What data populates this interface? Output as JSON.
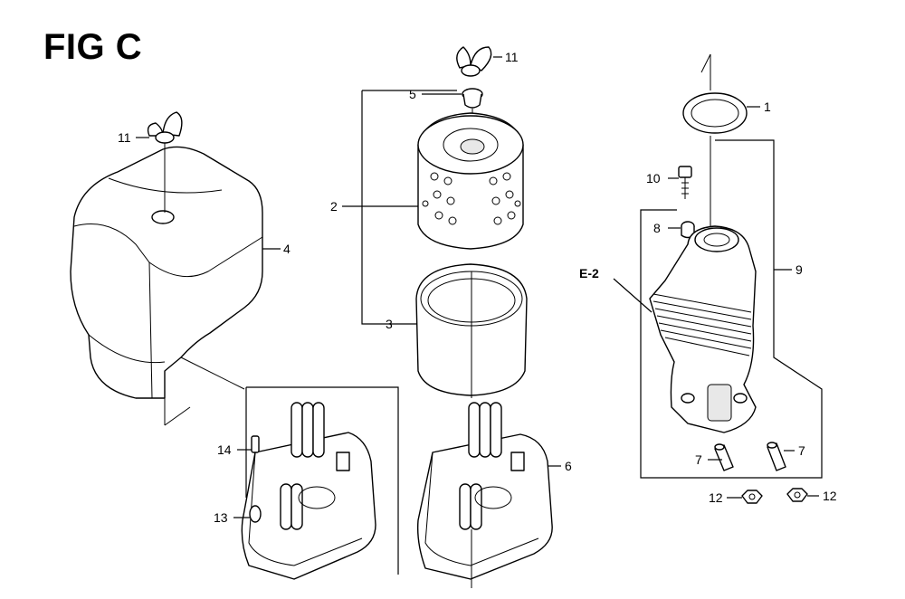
{
  "figure": {
    "title": "FIG C"
  },
  "callouts": {
    "c1": "1",
    "c2": "2",
    "c3": "3",
    "c4": "4",
    "c5": "5",
    "c6": "6",
    "c7a": "7",
    "c7b": "7",
    "c8": "8",
    "c9": "9",
    "c10": "10",
    "c11a": "11",
    "c11b": "11",
    "c12a": "12",
    "c12b": "12",
    "c13": "13",
    "c14": "14"
  },
  "references": {
    "e2": "E-2"
  }
}
